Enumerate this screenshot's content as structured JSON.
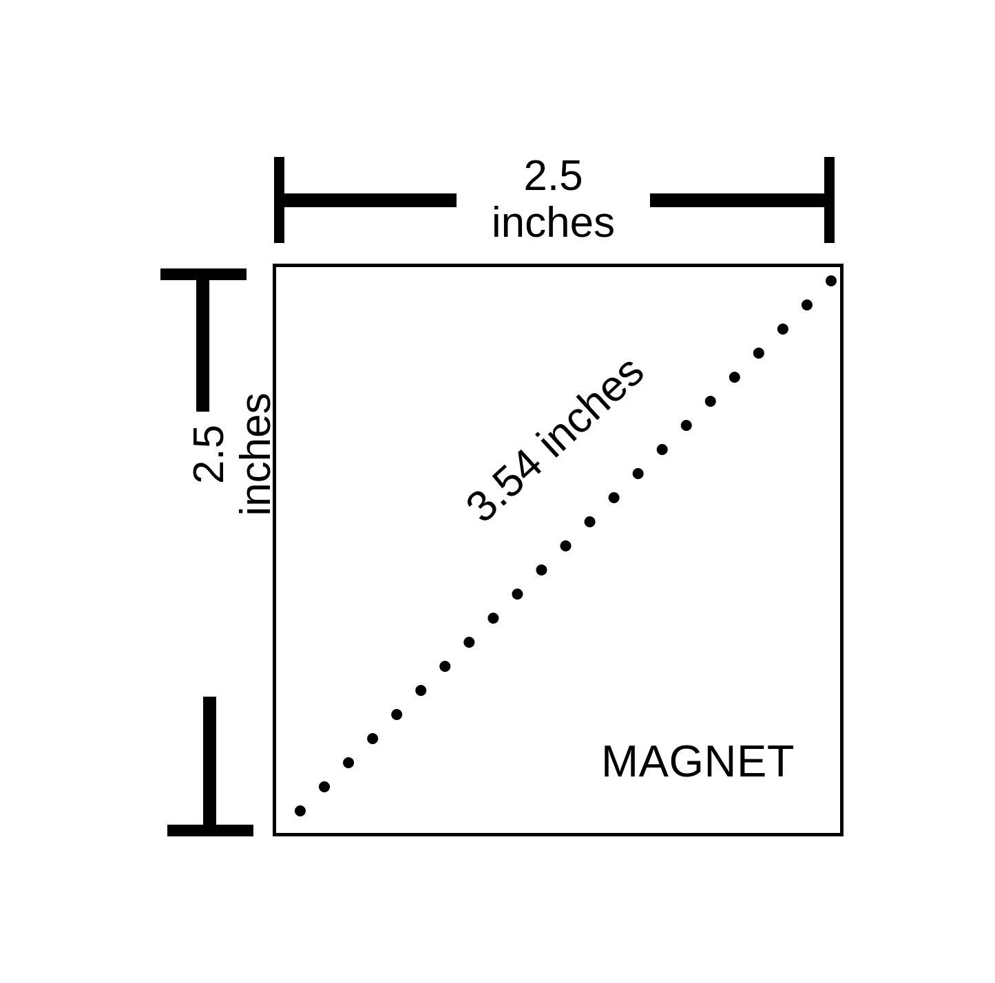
{
  "diagram": {
    "object_label": "MAGNET",
    "width_dimension": {
      "value": "2.5",
      "unit": "inches",
      "full": "2.5 inches"
    },
    "height_dimension": {
      "value": "2.5",
      "unit": "inches",
      "full": "2.5 inches"
    },
    "diagonal_dimension": {
      "value": "3.54",
      "unit": "inches",
      "full": "3.54 inches"
    },
    "colors": {
      "line": "#000000",
      "background": "#ffffff",
      "text": "#000000"
    }
  },
  "chart_data": {
    "type": "diagram",
    "title": "",
    "shape": "square",
    "annotations": [
      {
        "name": "top-width",
        "text": "2.5 inches",
        "orientation": "horizontal"
      },
      {
        "name": "left-height",
        "text": "2.5 inches",
        "orientation": "vertical-rotated-90"
      },
      {
        "name": "diagonal",
        "text": "3.54 inches",
        "orientation": "diagonal-rotated-42.5"
      },
      {
        "name": "body-label",
        "text": "MAGNET",
        "orientation": "horizontal"
      }
    ],
    "diagonal_dot_count": 23
  }
}
